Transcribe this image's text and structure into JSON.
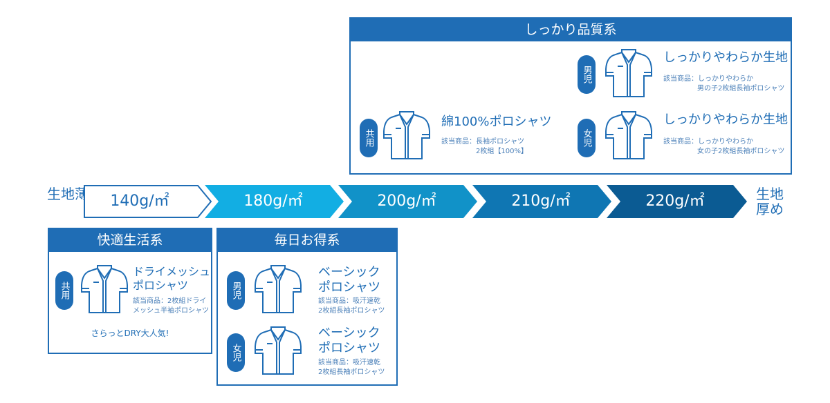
{
  "colors": {
    "primary": "#1f6db5",
    "arrow_180": "#12aee3",
    "arrow_200": "#1192c8",
    "arrow_210": "#0f76b3",
    "arrow_220": "#0b5b93"
  },
  "scale": {
    "left_label": "生地薄め",
    "right_label": "生地厚め",
    "weights": [
      "140g/㎡",
      "180g/㎡",
      "200g/㎡",
      "210g/㎡",
      "220g/㎡"
    ]
  },
  "quality": {
    "title": "しっかり品質系",
    "items": [
      {
        "badge": "共用",
        "name": "綿100%ポロシャツ",
        "note1": "該当商品：長袖ポロシャツ",
        "note2": "2枚組【100%】",
        "icon": "polo-shirt-icon"
      },
      {
        "badge": "男児",
        "name": "しっかりやわらか生地",
        "note1": "該当商品：しっかりやわらか",
        "note2": "男の子2枚組長袖ポロシャツ",
        "icon": "polo-shirt-icon"
      },
      {
        "badge": "女児",
        "name": "しっかりやわらか生地",
        "note1": "該当商品：しっかりやわらか",
        "note2": "女の子2枚組長袖ポロシャツ",
        "icon": "polo-shirt-icon"
      }
    ]
  },
  "comfort": {
    "title": "快適生活系",
    "badge": "共用",
    "name1": "ドライメッシュ",
    "name2": "ポロシャツ",
    "note1": "該当商品：2枚組ドライ",
    "note2": "メッシュ半袖ポロシャツ",
    "tagline": "さらっとDRY大人気!"
  },
  "daily": {
    "title": "毎日お得系",
    "items": [
      {
        "badge": "男児",
        "name1": "ベーシック",
        "name2": "ポロシャツ",
        "note1": "該当商品：吸汗速乾",
        "note2": "2枚組長袖ポロシャツ"
      },
      {
        "badge": "女児",
        "name1": "ベーシック",
        "name2": "ポロシャツ",
        "note1": "該当商品：吸汗速乾",
        "note2": "2枚組長袖ポロシャツ"
      }
    ]
  }
}
